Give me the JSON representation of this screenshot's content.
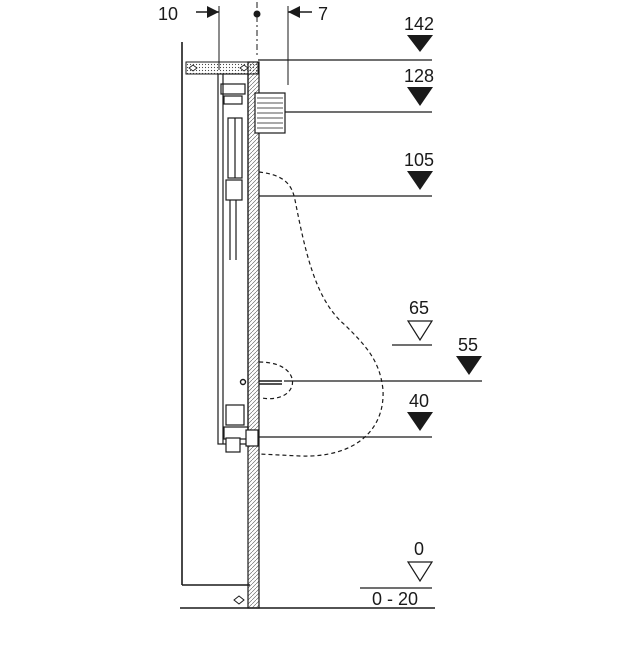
{
  "dimensions": {
    "top_left": "10",
    "top_right": "7"
  },
  "levels": [
    {
      "label": "142",
      "style": "filled"
    },
    {
      "label": "128",
      "style": "filled"
    },
    {
      "label": "105",
      "style": "filled"
    },
    {
      "label": "65",
      "style": "outline"
    },
    {
      "label": "55",
      "style": "filled"
    },
    {
      "label": "40",
      "style": "filled"
    },
    {
      "label": "0",
      "style": "outline"
    }
  ],
  "floor_range": "0 - 20",
  "colors": {
    "line": "#1a1a1a",
    "background": "#ffffff"
  }
}
